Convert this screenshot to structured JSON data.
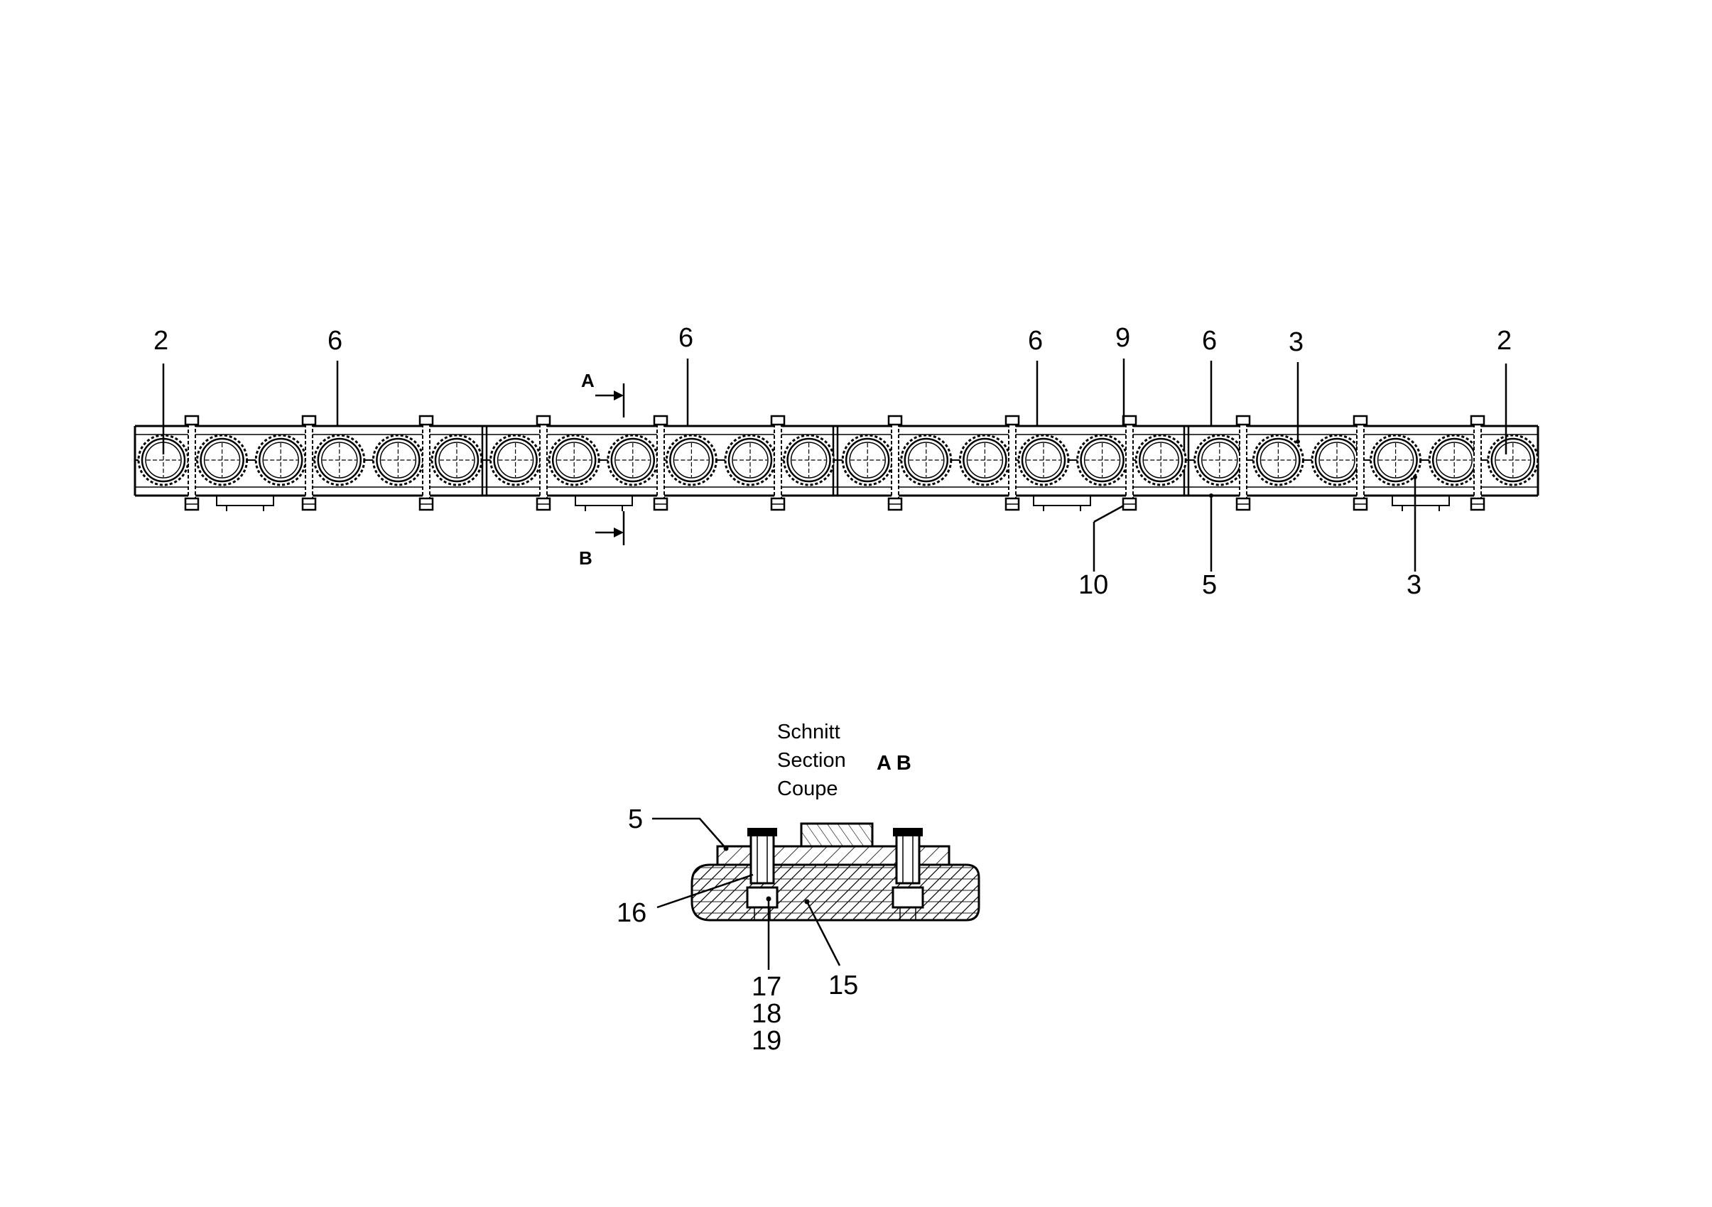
{
  "main_view": {
    "callouts_top": [
      "2",
      "6",
      "6",
      "6",
      "9",
      "6",
      "3",
      "2"
    ],
    "callouts_bottom": [
      "10",
      "5",
      "3"
    ],
    "section_marks": {
      "upper": "A",
      "lower": "B"
    }
  },
  "section_view": {
    "heading_lines": [
      "Schnitt",
      "Section",
      "Coupe"
    ],
    "heading_suffix": "A B",
    "callouts": [
      "5",
      "16",
      "15",
      "17",
      "18",
      "19"
    ]
  }
}
